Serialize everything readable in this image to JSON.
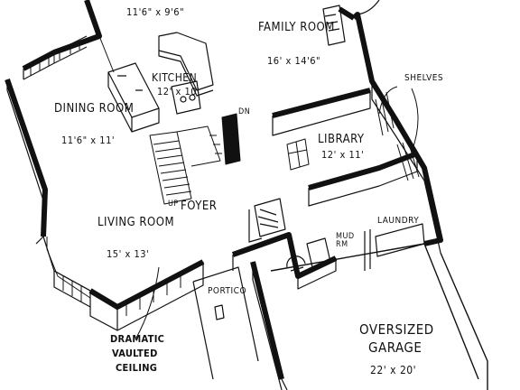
{
  "rooms": {
    "nook": {
      "dim": "11'6\" x 9'6\""
    },
    "family_room": {
      "name": "Family Room",
      "dim": "16' x 14'6\""
    },
    "kitchen": {
      "name": "Kitchen",
      "dim": "12' x 10'"
    },
    "dining_room": {
      "name": "Dining Room",
      "dim": "11'6\" x 11'"
    },
    "library": {
      "name": "Library",
      "dim": "12' x 11'"
    },
    "living_room": {
      "name": "Living Room",
      "dim": "15' x 13'"
    },
    "foyer": {
      "name": "Foyer"
    },
    "laundry": {
      "name": "Laundry"
    },
    "mud_rm": {
      "name": "Mud Rm"
    },
    "portico": {
      "name": "Portico"
    },
    "garage": {
      "name1": "Oversized",
      "name2": "Garage",
      "dim": "22' x 20'"
    }
  },
  "callouts": {
    "shelves": "Shelves",
    "ceiling": [
      "Dramatic",
      "Vaulted",
      "Ceiling"
    ],
    "up": "UP",
    "dn": "DN"
  },
  "colors": {
    "ink": "#111111",
    "paper": "#ffffff"
  }
}
